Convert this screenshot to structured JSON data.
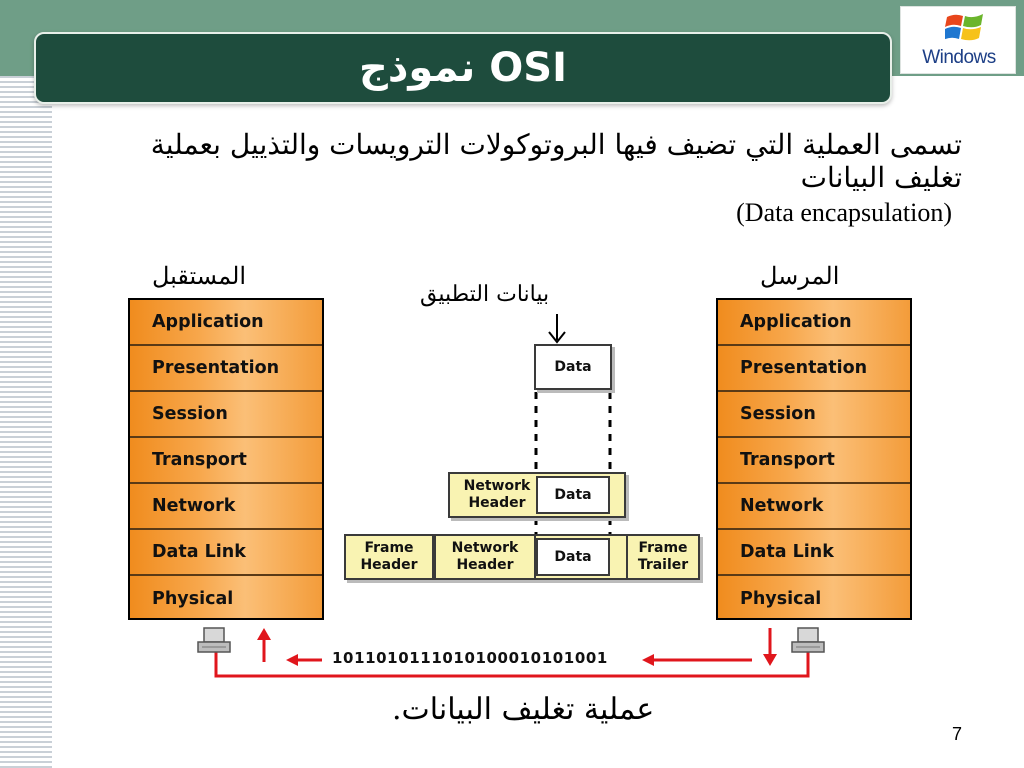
{
  "slide": {
    "title": "نموذج OSI",
    "description_ar": "تسمى العملية التي تضيف فيها البروتوكولات الترويسات والتذييل بعملية تغليف البيانات",
    "description_en": "(Data encapsulation)",
    "page_number": "7",
    "caption_ar": "عملية تغليف البيانات.",
    "logo_text": "Windows"
  },
  "diagram": {
    "receiver_label": "المستقبل",
    "sender_label": "المرسل",
    "app_data_label": "بيانات التطبيق",
    "layers": [
      "Application",
      "Presentation",
      "Session",
      "Transport",
      "Network",
      "Data Link",
      "Physical"
    ],
    "data_box": "Data",
    "network_header_box": "Network Header",
    "frame_header_box": "Frame Header",
    "frame_trailer_box": "Frame Trailer",
    "bitstream": "1011010111010100010101001",
    "colors": {
      "layer_fill": "#f5a040",
      "header_fill": "#f9f3b2",
      "arrow_red": "#e0161c",
      "title_bg": "#1e4c3d",
      "top_band": "#6f9e87"
    }
  }
}
